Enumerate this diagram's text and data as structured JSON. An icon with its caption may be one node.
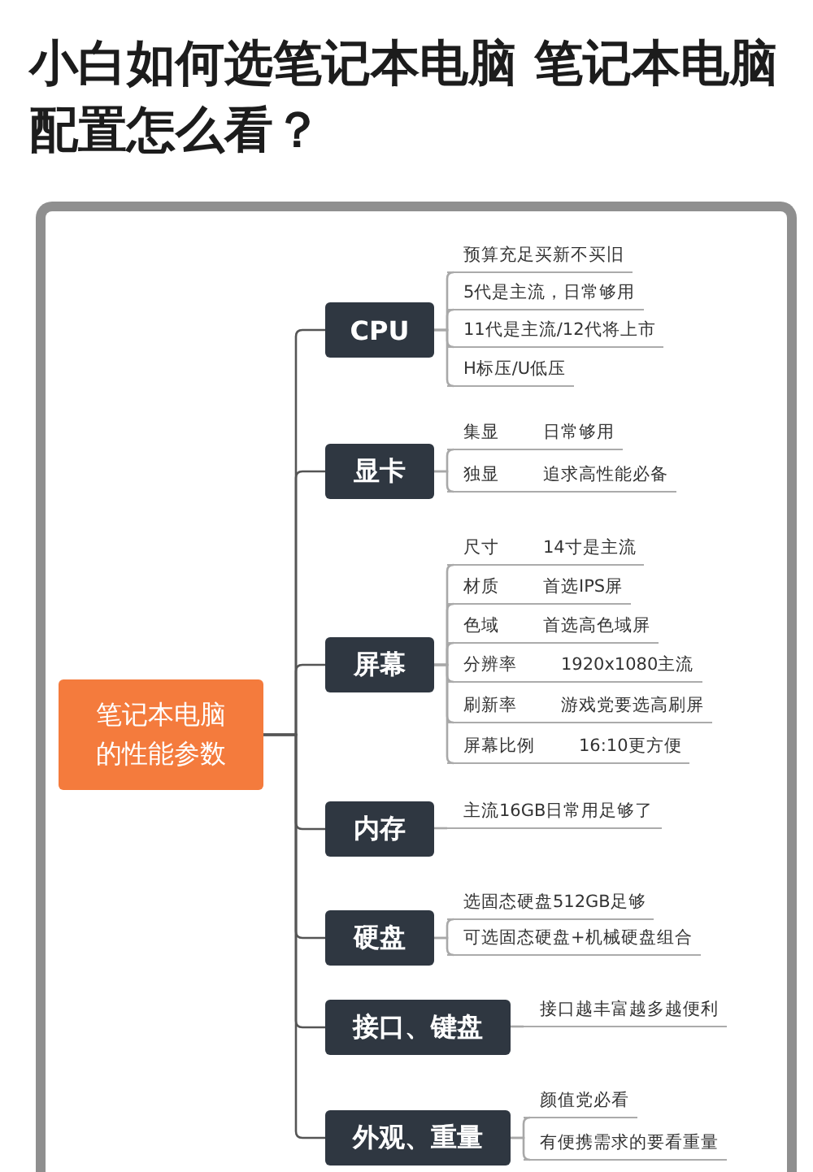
{
  "diagram": {
    "title": "小白如何选笔记本电脑 笔记本电脑配置怎么看？",
    "nodes": [
      {
        "text": [
          "笔记本电脑的性能参数"
        ]
      },
      {
        "text": [
          "CPU"
        ]
      },
      {
        "text": [
          "预算充足买新不买旧"
        ]
      },
      {
        "text": [
          "5代是主流，日常够用"
        ]
      },
      {
        "text": [
          "11代是主流/12代将上市"
        ]
      },
      {
        "text": [
          "H标压/U低压"
        ]
      },
      {
        "text": [
          "显卡"
        ]
      },
      {
        "text": [
          "集显",
          "日常够用"
        ]
      },
      {
        "text": [
          "独显",
          "追求高性能必备"
        ]
      },
      {
        "text": [
          "屏幕"
        ]
      },
      {
        "text": [
          "尺寸",
          "14寸是主流"
        ]
      },
      {
        "text": [
          "材质",
          "首选IPS屏"
        ]
      },
      {
        "text": [
          "色域",
          "首选高色域屏"
        ]
      },
      {
        "text": [
          "分辨率",
          "1920x1080主流"
        ]
      },
      {
        "text": [
          "刷新率",
          "游戏党要选高刷屏"
        ]
      },
      {
        "text": [
          "屏幕比例",
          "16:10更方便"
        ]
      },
      {
        "text": [
          "内存"
        ]
      },
      {
        "text": [
          "主流16GB日常用足够了"
        ]
      },
      {
        "text": [
          "硬盘"
        ]
      },
      {
        "text": [
          "选固态硬盘512GB足够"
        ]
      },
      {
        "text": [
          "可选固态硬盘+机械硬盘组合"
        ]
      },
      {
        "text": [
          "接口、键盘"
        ]
      },
      {
        "text": [
          "接口越丰富越多越便利"
        ]
      },
      {
        "text": [
          "外观、重量"
        ]
      },
      {
        "text": [
          "颜值党必看"
        ]
      },
      {
        "text": [
          "有便携需求的要看重量"
        ]
      }
    ],
    "edges": [
      {
        "from": 0,
        "to": 1,
        "arrow": "none",
        "color": "#555555"
      },
      {
        "from": 1,
        "to": 2,
        "arrow": "none"
      },
      {
        "from": 1,
        "to": 3,
        "arrow": "none"
      },
      {
        "from": 1,
        "to": 4,
        "arrow": "none"
      },
      {
        "from": 1,
        "to": 5,
        "arrow": "none"
      },
      {
        "from": 0,
        "to": 6,
        "arrow": "none",
        "color": "#555555"
      },
      {
        "from": 6,
        "to": 7,
        "arrow": "none"
      },
      {
        "from": 6,
        "to": 8,
        "arrow": "none"
      },
      {
        "from": 0,
        "to": 9,
        "arrow": "none",
        "color": "#555555"
      },
      {
        "from": 9,
        "to": 10,
        "arrow": "none"
      },
      {
        "from": 9,
        "to": 11,
        "arrow": "none"
      },
      {
        "from": 9,
        "to": 12,
        "arrow": "none"
      },
      {
        "from": 9,
        "to": 13,
        "arrow": "none"
      },
      {
        "from": 9,
        "to": 14,
        "arrow": "none"
      },
      {
        "from": 9,
        "to": 15,
        "arrow": "none"
      },
      {
        "from": 0,
        "to": 16,
        "arrow": "none",
        "color": "#555555"
      },
      {
        "from": 16,
        "to": 17,
        "arrow": "none"
      },
      {
        "from": 0,
        "to": 18,
        "arrow": "none",
        "color": "#555555"
      },
      {
        "from": 18,
        "to": 19,
        "arrow": "none"
      },
      {
        "from": 18,
        "to": 20,
        "arrow": "none"
      },
      {
        "from": 0,
        "to": 21,
        "arrow": "none",
        "color": "#555555"
      },
      {
        "from": 21,
        "to": 22,
        "arrow": "none"
      },
      {
        "from": 0,
        "to": 23,
        "arrow": "none",
        "color": "#555555"
      },
      {
        "from": 23,
        "to": 24,
        "arrow": "none"
      },
      {
        "from": 23,
        "to": 25,
        "arrow": "none"
      }
    ]
  }
}
